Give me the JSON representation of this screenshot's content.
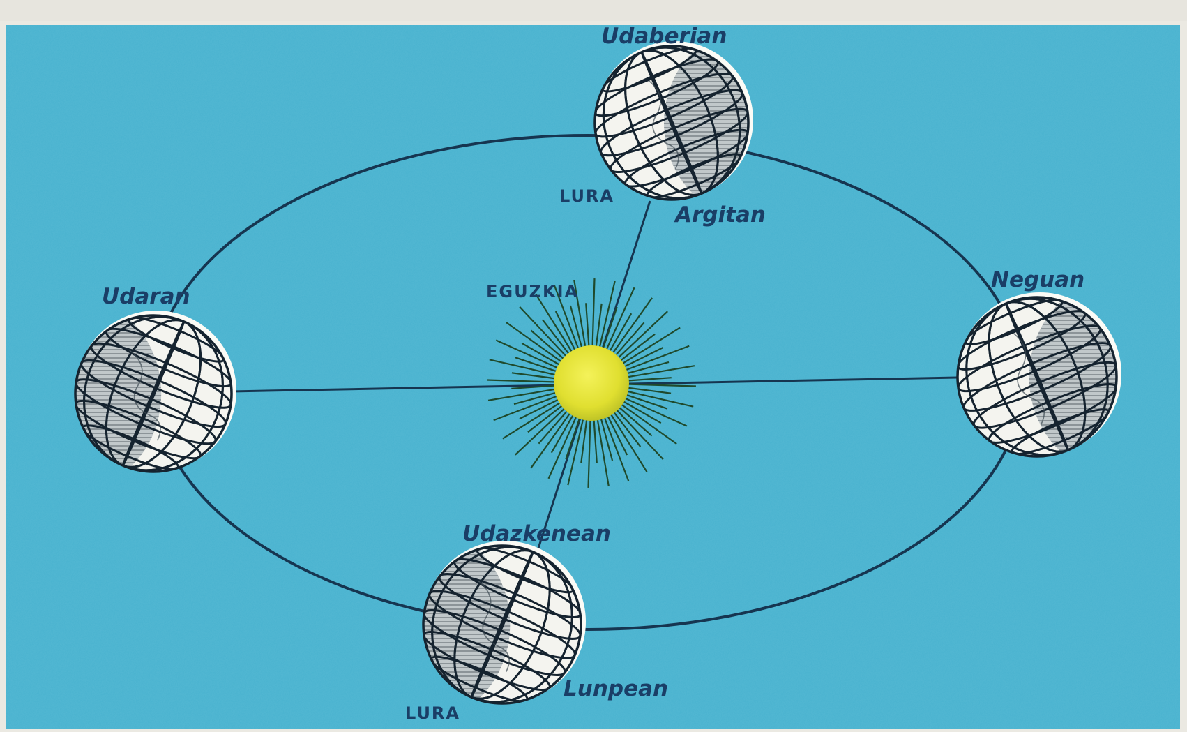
{
  "header_fragment": "",
  "labels": {
    "spring": "Udaberian",
    "summer": "Udaran",
    "autumn": "Udazkenean",
    "winter": "Neguan",
    "sun": "EGUZKIA",
    "earth_top": "LURA",
    "earth_bottom": "LURA",
    "light": "Argitan",
    "shadow": "Lunpean"
  },
  "colors": {
    "background": "#47b2cf",
    "orbit": "#163550",
    "sun_core": "#e4e332",
    "sun_rays": "#1f4a2c",
    "globe_light": "#f4f4ef",
    "globe_shade": "#9fa8ad",
    "grid": "#15232f",
    "label": "#1a3e66"
  }
}
